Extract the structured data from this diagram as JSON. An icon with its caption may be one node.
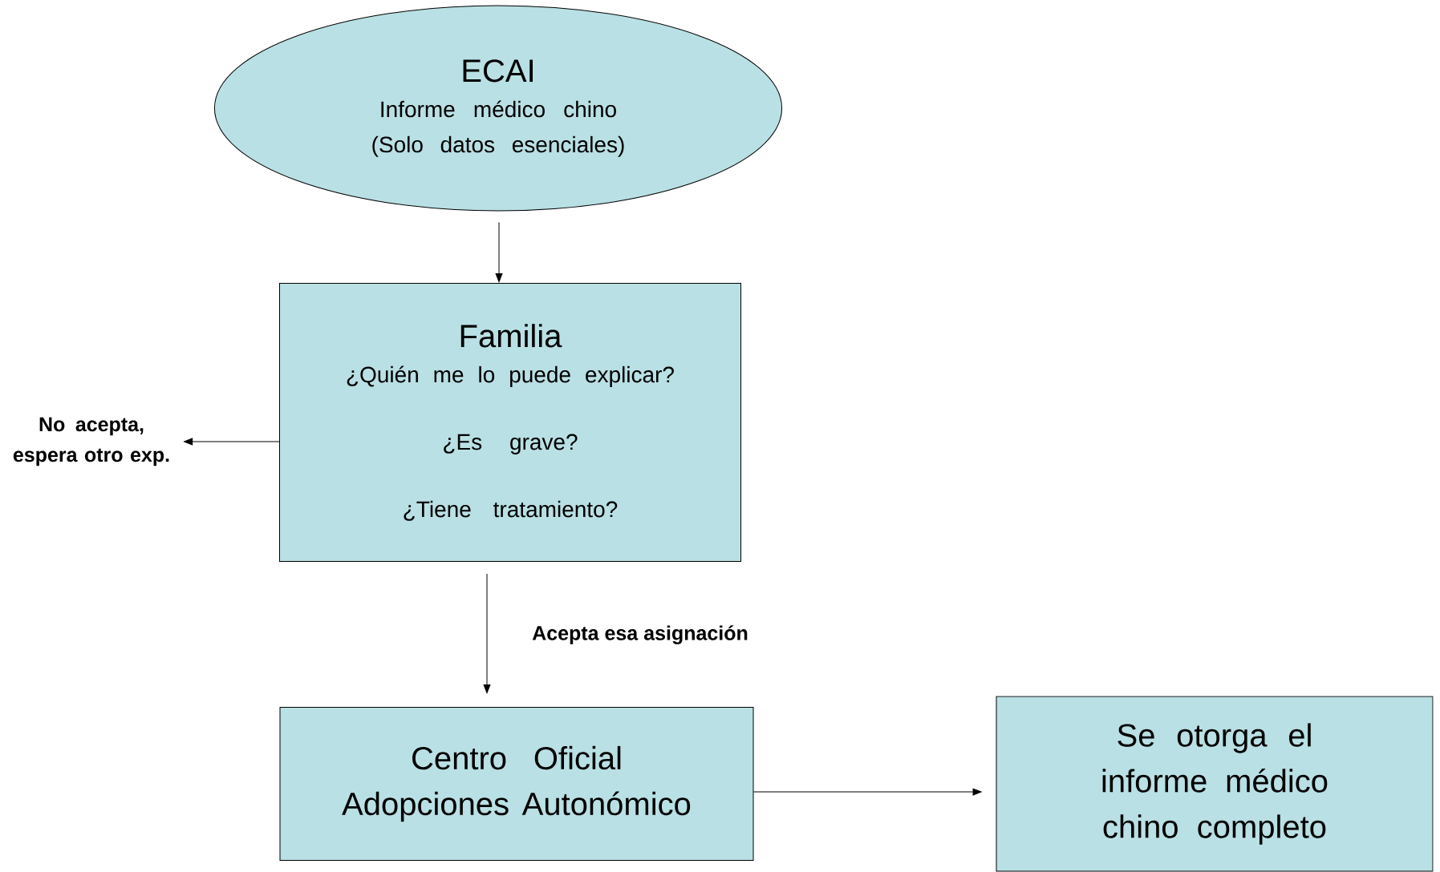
{
  "diagram": {
    "nodes": [
      {
        "text": [
          "ECAI",
          "Informe médico chino (Solo datos esenciales)"
        ]
      },
      {
        "text": [
          "Familia",
          "¿Quién me lo puede explicar?",
          "¿Es grave?",
          "¿Tiene tratamiento?"
        ]
      },
      {
        "text": [
          "No acepta, espera otro exp."
        ]
      },
      {
        "text": [
          "Centro Oficial Adopciones Autonómico"
        ]
      },
      {
        "text": [
          "Se otorga el informe médico chino completo"
        ]
      }
    ],
    "edges": [
      {
        "from": 0,
        "to": 1,
        "arrow": "to"
      },
      {
        "from": 1,
        "to": 2,
        "arrow": "to"
      },
      {
        "from": 1,
        "to": 3,
        "arrow": "to",
        "label": "Acepta esa asignación"
      },
      {
        "from": 3,
        "to": 4,
        "arrow": "to"
      }
    ]
  }
}
